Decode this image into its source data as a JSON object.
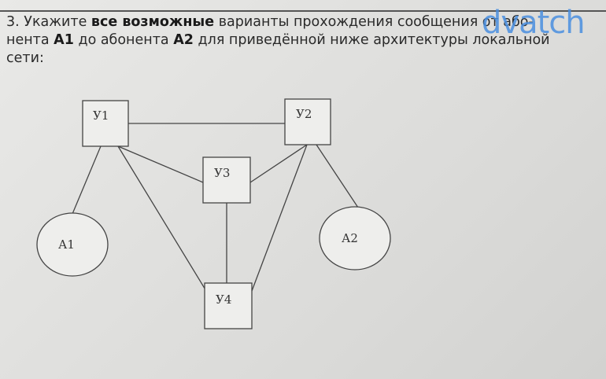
{
  "question": {
    "number": "3.",
    "line1_a": "Укажите",
    "line1_bold": "все возможные",
    "line1_b": "варианты прохождения сообщения от або-",
    "line2_a": "нента",
    "line2_bold1": "А1",
    "line2_b": "до абонента",
    "line2_bold2": "А2",
    "line2_c": "для приведённой ниже архитектуры локальной",
    "line3": "сети:"
  },
  "watermark": "dvatch",
  "diagram": {
    "nodes": {
      "u1": "У1",
      "u2": "У2",
      "u3": "У3",
      "u4": "У4",
      "a1": "А1",
      "a2": "А2"
    },
    "links": [
      [
        "u1",
        "u2"
      ],
      [
        "u1",
        "a1"
      ],
      [
        "u1",
        "u3"
      ],
      [
        "u1",
        "u4"
      ],
      [
        "u2",
        "u3"
      ],
      [
        "u2",
        "u4"
      ],
      [
        "u2",
        "a2"
      ],
      [
        "u3",
        "u4"
      ]
    ]
  }
}
